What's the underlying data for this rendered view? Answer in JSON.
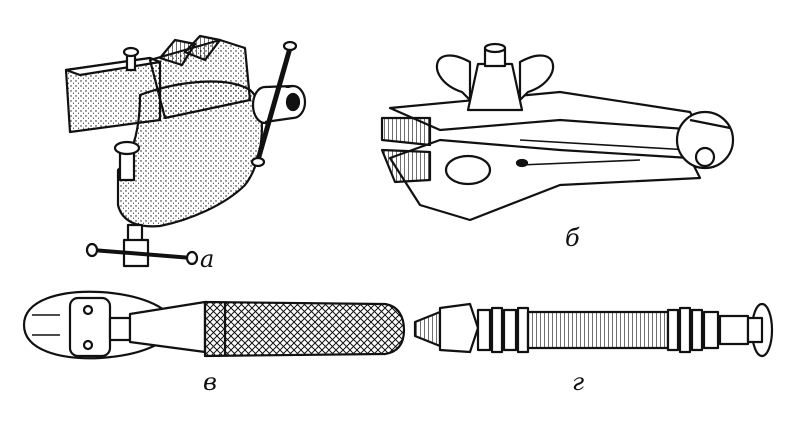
{
  "figure": {
    "panels": [
      {
        "id": "a",
        "label": "а",
        "icon": "bench-vise-icon"
      },
      {
        "id": "b",
        "label": "б",
        "icon": "hand-vise-icon"
      },
      {
        "id": "v",
        "label": "в",
        "icon": "pin-vise-knurled-icon"
      },
      {
        "id": "g",
        "label": "г",
        "icon": "pin-vise-chuck-icon"
      }
    ]
  }
}
